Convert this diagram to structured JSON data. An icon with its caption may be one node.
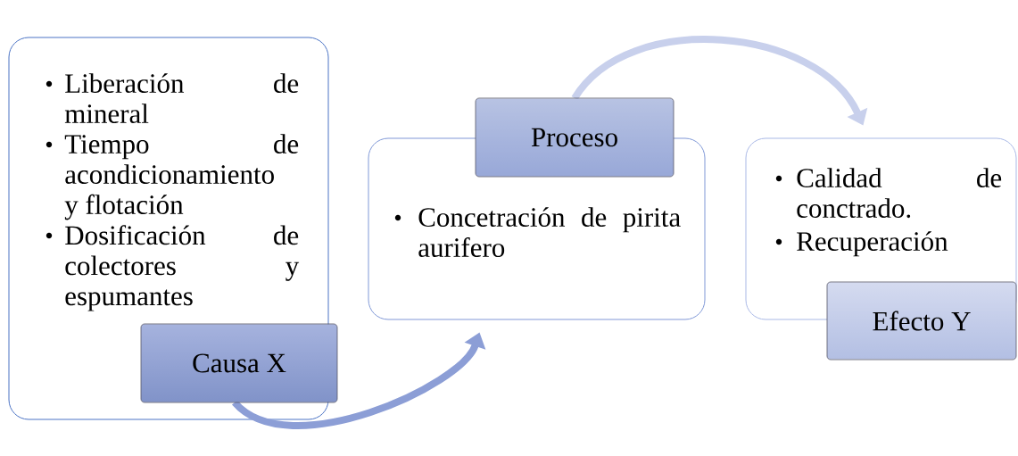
{
  "diagram": {
    "nodes": [
      {
        "text": [
          "Liberación de mineral",
          "Tiempo de acondicionamiento y flotación",
          "Dosificación de colectores y espumantes",
          "Causa X"
        ]
      },
      {
        "text": [
          "Proceso",
          "Concetración de pirita aurifero"
        ]
      },
      {
        "text": [
          "Calidad de conctrado.",
          "Recuperación",
          "Efecto Y"
        ]
      }
    ],
    "edges": [
      {
        "from": 0,
        "to": 1,
        "arrow": "to",
        "color": "#8c9ed6"
      },
      {
        "from": 1,
        "to": 2,
        "arrow": "to",
        "color": "#c8d0ec"
      }
    ]
  }
}
